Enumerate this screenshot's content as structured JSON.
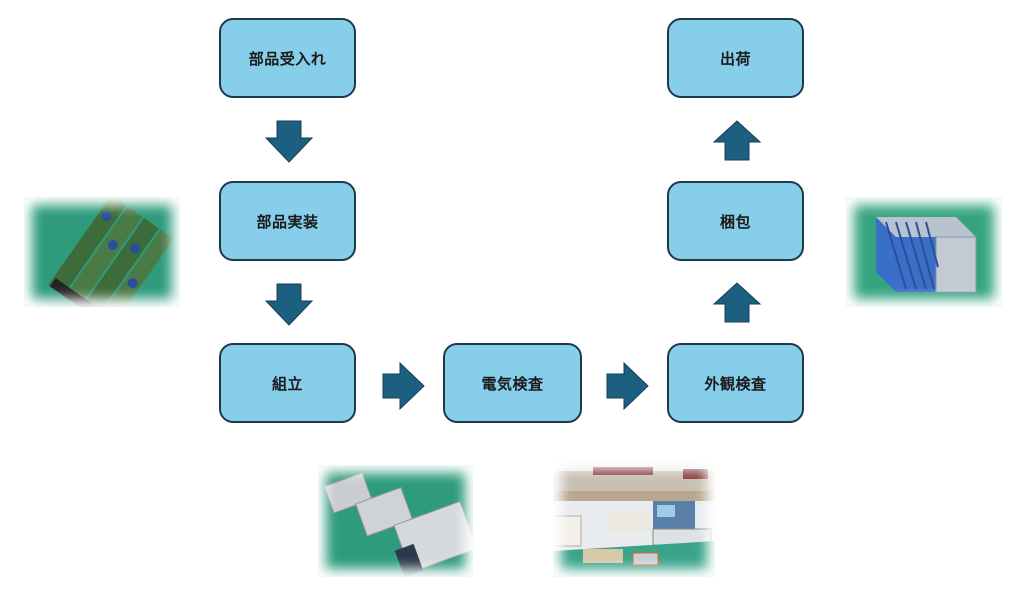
{
  "diagram": {
    "steps": [
      {
        "id": "parts-receiving",
        "label": "部品受入れ"
      },
      {
        "id": "parts-mounting",
        "label": "部品実装"
      },
      {
        "id": "assembly",
        "label": "組立"
      },
      {
        "id": "electrical-inspection",
        "label": "電気検査"
      },
      {
        "id": "visual-inspection",
        "label": "外観検査"
      },
      {
        "id": "packing",
        "label": "梱包"
      },
      {
        "id": "shipping",
        "label": "出荷"
      }
    ],
    "colors": {
      "box_fill": "#87ceeb",
      "box_border": "#1e3a4a",
      "arrow_fill": "#1d5f80",
      "photo_background": "#2e9b7c"
    },
    "photos": [
      {
        "id": "photo-mounted-boards",
        "subject": "circuit boards after parts mounting"
      },
      {
        "id": "photo-assembled-units",
        "subject": "assembled power supply units"
      },
      {
        "id": "photo-inspection-bench",
        "subject": "electrical inspection workbench"
      },
      {
        "id": "photo-packed-units",
        "subject": "packed units in a row"
      }
    ]
  }
}
